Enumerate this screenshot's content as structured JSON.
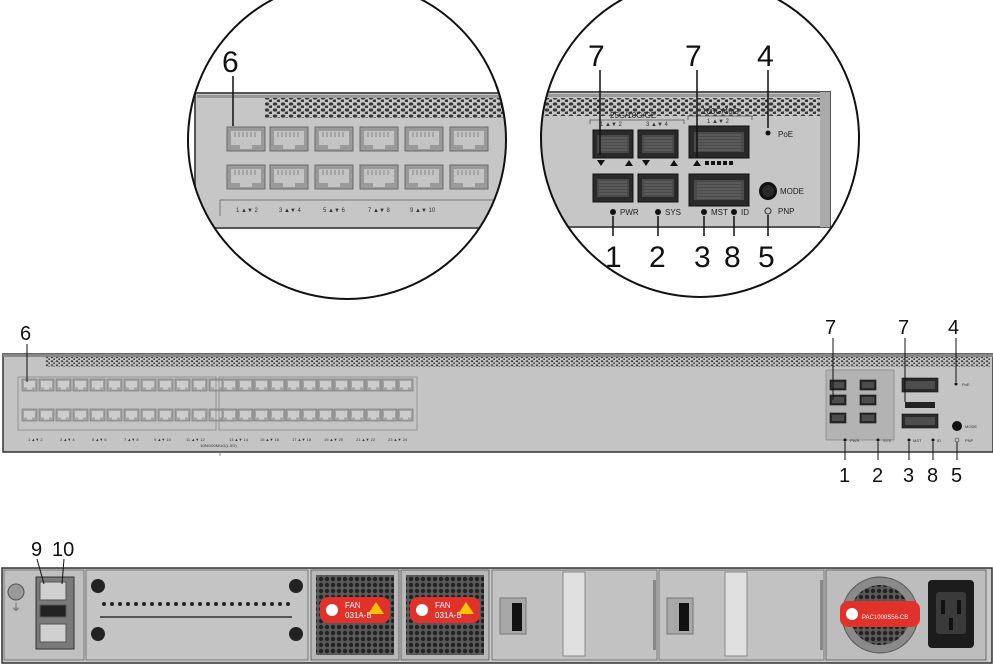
{
  "zoom_left": {
    "callout": "6",
    "port_labels": [
      "1 ▲▼ 2",
      "3 ▲▼ 4",
      "5 ▲▼ 6",
      "7 ▲▼ 8",
      "9 ▲▼ 10"
    ]
  },
  "zoom_right": {
    "callouts_top": [
      "7",
      "7",
      "4"
    ],
    "callouts_bottom": [
      "1",
      "2",
      "3",
      "8",
      "5"
    ],
    "group1_label": "25G/10G/GE",
    "group1_ports": [
      "1 ▲▼ 2",
      "3 ▲▼ 4"
    ],
    "group2_label": "100G/40G",
    "group2_ports": [
      "1 ▲▼ 2"
    ],
    "led_labels": {
      "pwr": "PWR",
      "sys": "SYS",
      "mst": "MST",
      "id": "ID",
      "poe": "PoE",
      "pnp": "PNP"
    },
    "mode_label": "MODE"
  },
  "front": {
    "callouts_top": [
      "6",
      "7",
      "7",
      "4"
    ],
    "callouts_bottom": [
      "1",
      "2",
      "3",
      "8",
      "5"
    ],
    "port_labels": [
      "1 ▲▼ 2",
      "3 ▲▼ 4",
      "5 ▲▼ 6",
      "7 ▲▼ 8",
      "9 ▲▼ 10",
      "11 ▲▼ 12",
      "13 ▲▼ 14",
      "15 ▲▼ 16",
      "17 ▲▼ 18",
      "19 ▲▼ 20",
      "21 ▲▼ 22",
      "23 ▲▼ 24"
    ],
    "group_caption": "10M/100M/1G(L.5G)",
    "led_labels": {
      "pwr": "PWR",
      "sys": "SYS",
      "mst": "MST",
      "id": "ID",
      "poe": "PoE",
      "pnp": "PNP"
    },
    "mode_label": "MODE"
  },
  "rear": {
    "callouts": [
      "9",
      "10"
    ],
    "fans": [
      {
        "label": "FAN",
        "model": "031A-B"
      },
      {
        "label": "FAN",
        "model": "031A-B"
      }
    ],
    "psu_label": "PAC1000S56-CB",
    "colors": {
      "fan_badge": "#e0312b",
      "chassis": "#c9c9c9"
    }
  }
}
